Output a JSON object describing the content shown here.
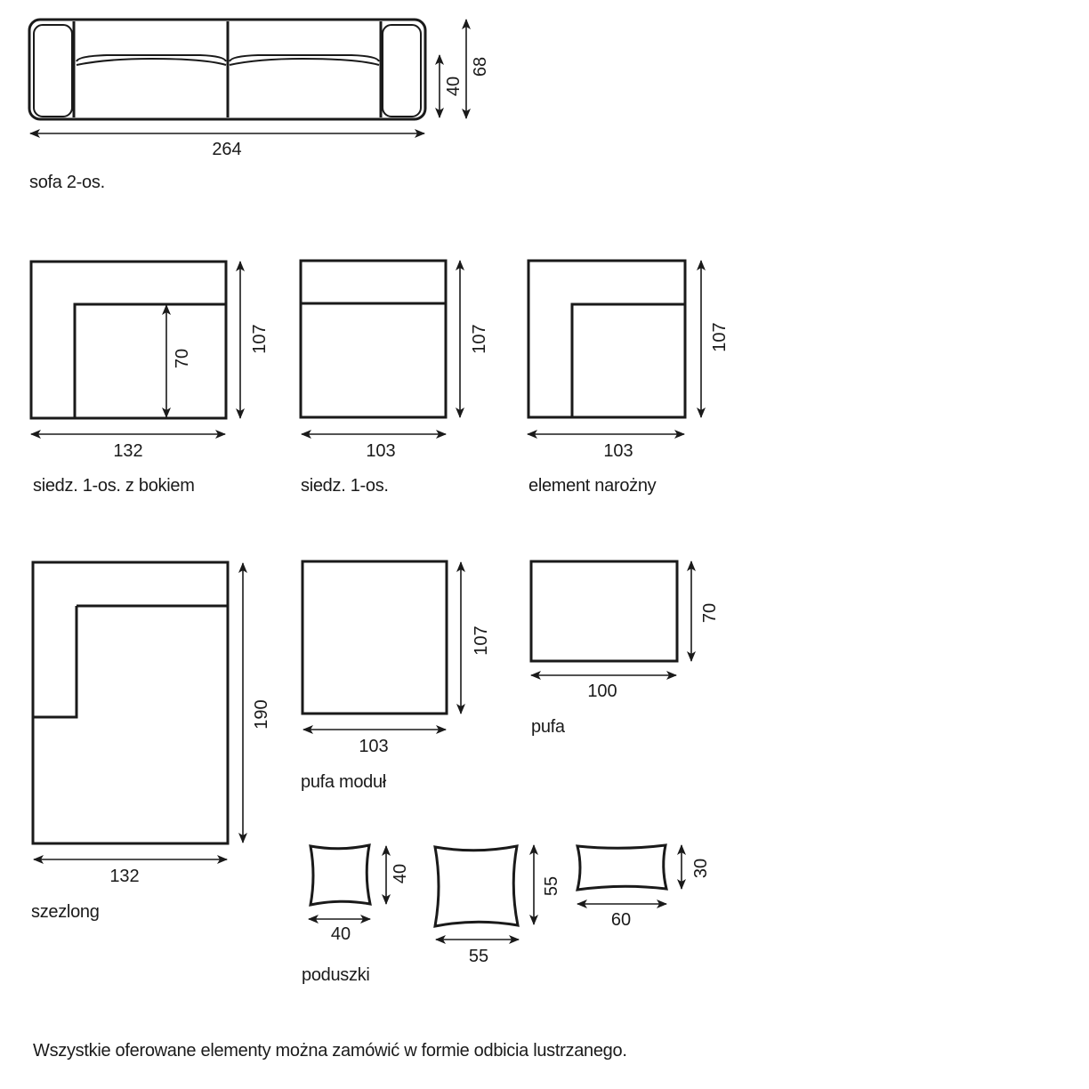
{
  "items": {
    "sofa": {
      "label": "sofa 2-os.",
      "width": "264",
      "seat_depth": "40",
      "depth": "68"
    },
    "seat_with_arm": {
      "label": "siedz. 1-os. z bokiem",
      "width": "132",
      "depth": "107",
      "inner": "70"
    },
    "seat": {
      "label": "siedz. 1-os.",
      "width": "103",
      "depth": "107"
    },
    "corner": {
      "label": "element narożny",
      "width": "103",
      "depth": "107"
    },
    "chaise": {
      "label": "szezlong",
      "width": "132",
      "length": "190"
    },
    "pouf_module": {
      "label": "pufa moduł",
      "width": "103",
      "depth": "107"
    },
    "pouf": {
      "label": "pufa",
      "width": "100",
      "depth": "70"
    },
    "cushions": {
      "label": "poduszki",
      "small": {
        "width": "40",
        "height": "40"
      },
      "medium": {
        "width": "55",
        "height": "55"
      },
      "long": {
        "width": "60",
        "height": "30"
      }
    }
  },
  "footnote": "Wszystkie oferowane elementy można zamówić w formie odbicia lustrzanego."
}
